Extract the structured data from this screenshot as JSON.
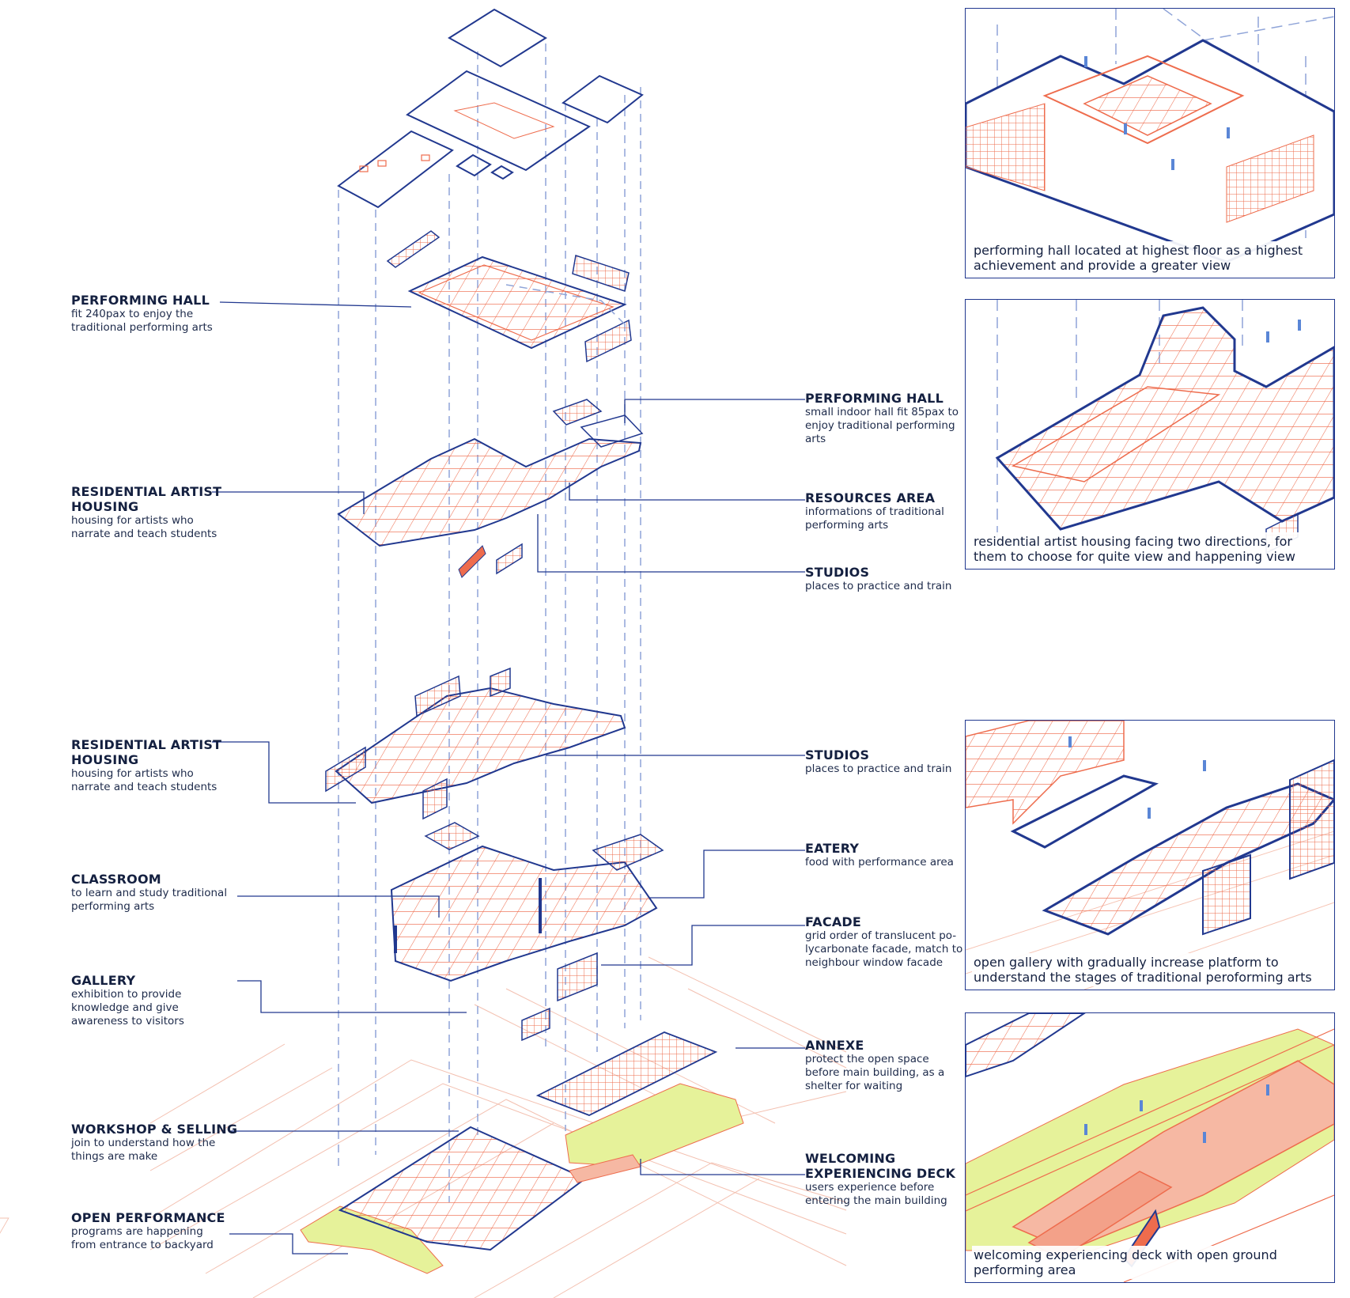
{
  "colors": {
    "blue": "#21388f",
    "orange": "#ee6c4d",
    "orange_light": "#f6b8a3",
    "yellow": "#e6f29a",
    "dash": "#8fa4d8"
  },
  "labels_left": [
    {
      "id": "performing-hall-top",
      "title": "PERFORMING HALL",
      "desc": [
        "fit 240pax to enjoy the",
        "traditional performing arts"
      ]
    },
    {
      "id": "residential-upper",
      "title": "RESIDENTIAL ARTIST",
      "title2": "HOUSING",
      "desc": [
        "housing for artists who",
        "narrate and teach students"
      ]
    },
    {
      "id": "residential-lower",
      "title": "RESIDENTIAL ARTIST",
      "title2": "HOUSING",
      "desc": [
        "housing for artists who",
        "narrate and teach students"
      ]
    },
    {
      "id": "classroom",
      "title": "CLASSROOM",
      "desc": [
        "to learn and study traditional",
        "performing arts"
      ]
    },
    {
      "id": "gallery",
      "title": "GALLERY",
      "desc": [
        "exhibition to provide",
        "knowledge and give",
        "awareness to visitors"
      ]
    },
    {
      "id": "workshop",
      "title": "WORKSHOP & SELLING",
      "desc": [
        "join to understand how the",
        "things are make"
      ]
    },
    {
      "id": "open-performance",
      "title": "OPEN PERFORMANCE",
      "desc": [
        "programs are happening",
        "from entrance to backyard"
      ]
    }
  ],
  "labels_right": [
    {
      "id": "performing-hall-small",
      "title": "PERFORMING HALL",
      "desc": [
        "small indoor hall fit 85pax to",
        "enjoy traditional performing",
        "arts"
      ]
    },
    {
      "id": "resources",
      "title": "RESOURCES AREA",
      "desc": [
        "informations of traditional",
        "performing arts"
      ]
    },
    {
      "id": "studios-upper",
      "title": "STUDIOS",
      "desc": [
        "places to practice and train"
      ]
    },
    {
      "id": "studios-lower",
      "title": "STUDIOS",
      "desc": [
        "places to practice and train"
      ]
    },
    {
      "id": "eatery",
      "title": "EATERY",
      "desc": [
        "food with performance area"
      ]
    },
    {
      "id": "facade",
      "title": "FACADE",
      "desc": [
        "grid order of translucent po-",
        "lycarbonate facade, match to",
        "neighbour window facade"
      ]
    },
    {
      "id": "annexe",
      "title": "ANNEXE",
      "desc": [
        "protect the open space",
        "before main building, as a",
        "shelter for waiting"
      ]
    },
    {
      "id": "welcoming",
      "title": "WELCOMING",
      "title2": "EXPERIENCING DECK",
      "desc": [
        "users experience before",
        "entering the main building"
      ]
    }
  ],
  "panels": [
    {
      "id": "panel-1",
      "caption": [
        "performing hall located at highest floor as a highest",
        "achievement and provide a greater view"
      ]
    },
    {
      "id": "panel-2",
      "caption": [
        "residential artist housing facing two directions, for",
        "them to choose for quite view and happening view"
      ]
    },
    {
      "id": "panel-3",
      "caption": [
        "open gallery with gradually increase platform to",
        "understand the stages of  traditional peroforming arts"
      ]
    },
    {
      "id": "panel-4",
      "caption": [
        "welcoming experiencing deck with open ground",
        "performing area"
      ]
    }
  ]
}
